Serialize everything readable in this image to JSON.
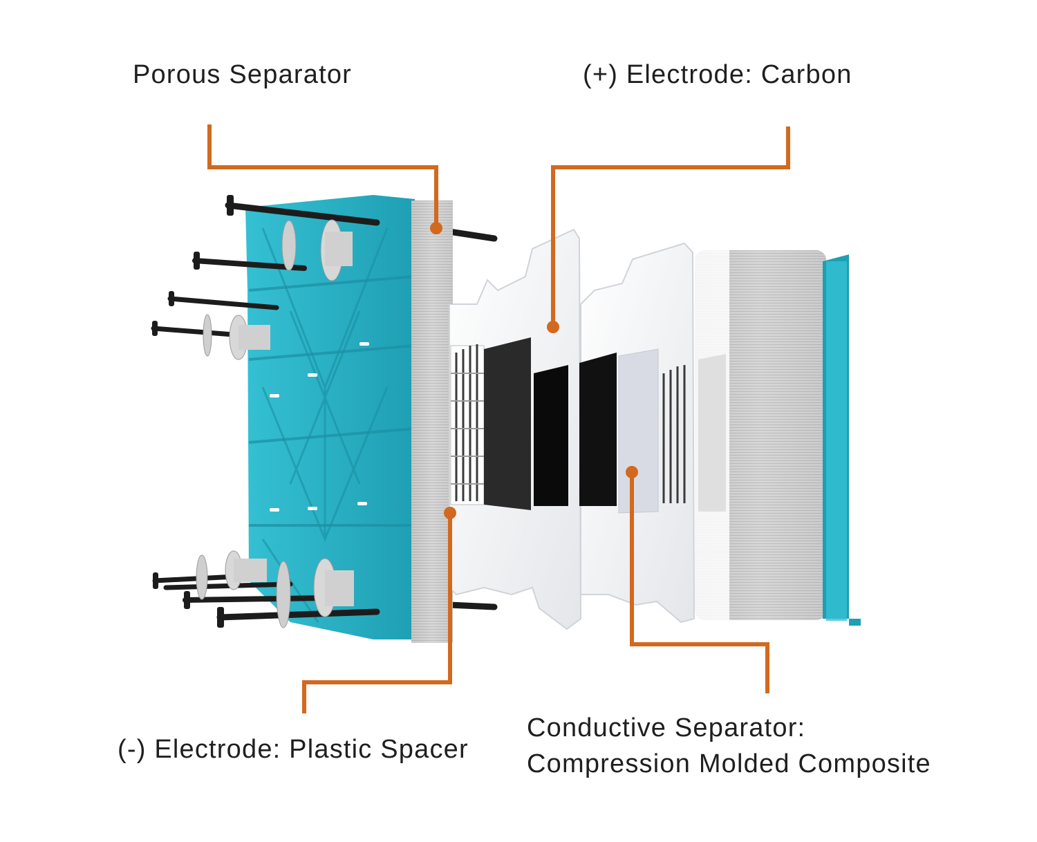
{
  "labels": {
    "porous_separator": "Porous Separator",
    "positive_electrode": "(+) Electrode: Carbon",
    "negative_electrode": "(-) Electrode: Plastic Spacer",
    "conductive_separator_line1": "Conductive Separator:",
    "conductive_separator_line2": "Compression Molded Composite"
  },
  "colors": {
    "callout": "#d2691e",
    "end_plate": "#2eb5c9",
    "end_plate_dark": "#1a8fa1",
    "frame": "#ffffff",
    "stack": "#c9c9c9",
    "electrode_dark": "#2a2a2a",
    "separator_light": "#d9dbe4",
    "rod": "#1c1c1c"
  }
}
